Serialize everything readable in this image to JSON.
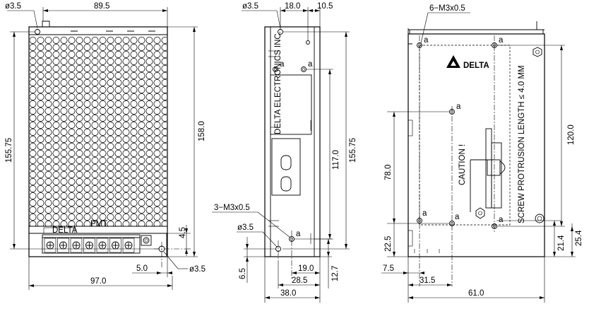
{
  "brand": {
    "name": "DELTA"
  },
  "labels": {
    "caution": "CAUTION !",
    "screw_note": "SCREW PROTRUSION LENGTH ≤ 4.0 MM",
    "side_label": "DELTA ELECTRONICS INC.",
    "front_label": "DELTA",
    "front_label2": "PMT"
  },
  "front_view": {
    "hole_dia_top": "ø3.5",
    "width_top": "89.5",
    "height_left": "155.75",
    "height_right": "158.0",
    "dim_4_5": "4.5",
    "dim_5_0": "5.0",
    "hole_dia_bottom": "ø3.5",
    "width_bottom": "97.0"
  },
  "side_view": {
    "hole_dia_top": "ø3.5",
    "dim_18_0": "18.0",
    "dim_10_5": "10.5",
    "dim_117_0": "117.0",
    "dim_155_75": "155.75",
    "screws": "3−M3x0.5",
    "hole_dia_mid": "ø3.5",
    "dim_6_5": "6.5",
    "dim_19_0": "19.0",
    "dim_28_5": "28.5",
    "dim_12_7": "12.7",
    "dim_38_0": "38.0",
    "hole_marker": "a"
  },
  "rear_view": {
    "screws": "6−M3x0.5",
    "dim_120_0": "120.0",
    "dim_78_0": "78.0",
    "dim_22_5": "22.5",
    "dim_21_4": "21.4",
    "dim_25_4": "25.4",
    "dim_7_5": "7.5",
    "dim_31_5": "31.5",
    "dim_61_0": "61.0",
    "hole_marker": "a"
  }
}
